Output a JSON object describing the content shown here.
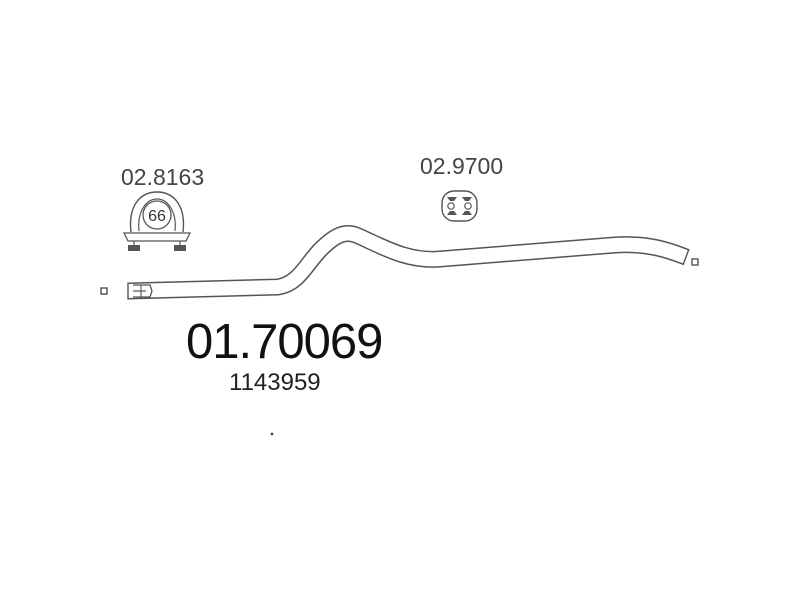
{
  "parts": {
    "clamp": {
      "code": "02.8163",
      "size_label": "66",
      "icon": "exhaust-clamp-icon"
    },
    "mount": {
      "code": "02.9700",
      "icon": "rubber-mount-icon"
    },
    "pipe": {
      "code": "01.70069",
      "oem_number": "1143959",
      "icon": "exhaust-pipe-icon"
    }
  },
  "colors": {
    "line": "#555555",
    "text_main": "#111111",
    "text_secondary": "#444444",
    "background": "#ffffff"
  }
}
